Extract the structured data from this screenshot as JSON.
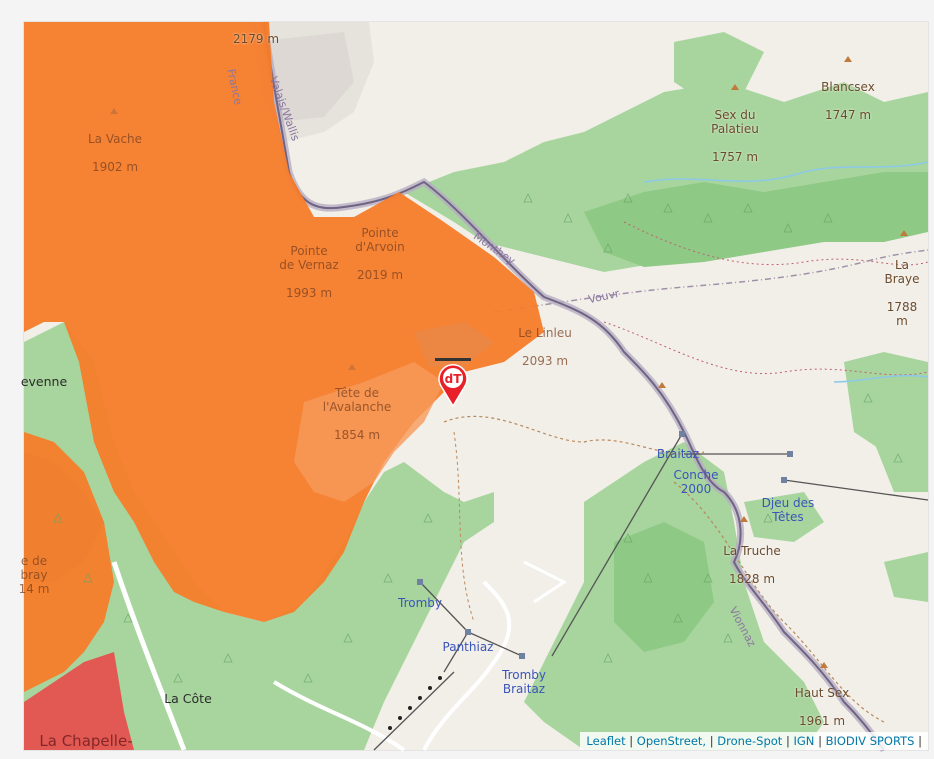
{
  "peaks": [
    {
      "id": "la-vache",
      "name": "La Vache",
      "elev": "1902 m",
      "inside": true
    },
    {
      "id": "pointe-de-vernaz",
      "name": "Pointe\nde Vernaz",
      "elev": "1993 m",
      "inside": true
    },
    {
      "id": "pointe-darvoin",
      "name": "Pointe\nd'Arvoin",
      "elev": "2019 m",
      "inside": true
    },
    {
      "id": "le-linleu",
      "name": "Le Linleu",
      "elev": "2093 m",
      "inside": true
    },
    {
      "id": "tete-de-lavalanche",
      "name": "Tête de\nl'Avalanche",
      "elev": "1854 m",
      "inside": true
    },
    {
      "id": "sex-du-palatieu",
      "name": "Sex du\nPalatieu",
      "elev": "1757 m",
      "inside": false
    },
    {
      "id": "blancsex",
      "name": "Blancsex",
      "elev": "1747 m",
      "inside": false
    },
    {
      "id": "la-braye",
      "name": "La Braye",
      "elev": "1788 m",
      "inside": false
    },
    {
      "id": "la-truche",
      "name": "La Truche",
      "elev": "1828 m",
      "inside": false
    },
    {
      "id": "haut-sex",
      "name": "Haut Sex",
      "elev": "1961 m",
      "inside": false
    },
    {
      "id": "top-peak",
      "name": "",
      "elev": "2179 m",
      "inside": false
    }
  ],
  "ski_labels": {
    "braitaz": "Braitaz",
    "conche": "Conche\n2000",
    "djeu": "Djeu des\nTêtes",
    "tromby": "Tromby",
    "panthiaz": "Panthiaz",
    "tromby_braitaz": "Tromby\nBraitaz"
  },
  "places": {
    "la_cote": "La Côte",
    "la_chapelle": "La Chapelle-",
    "evenne": "evenne",
    "left_partial": "e de\nbray\n14 m"
  },
  "border_labels": {
    "valais": "Valais/Wallis",
    "france": "France",
    "monthey": "Monthey",
    "vouvry": "Vouvr",
    "vionnaz": "Vionnaz"
  },
  "attribution": [
    {
      "text": "Leaflet",
      "link": true
    },
    {
      "text": "OpenStreet,",
      "link": true
    },
    {
      "text": "Drone-Spot",
      "link": true
    },
    {
      "text": "IGN",
      "link": true
    },
    {
      "text": "BIODIV SPORTS",
      "link": true
    }
  ],
  "colors": {
    "restricted_zone": "#f57c2a",
    "restricted_zone_inner": "#f79a5a",
    "forest": "#a8d59e",
    "forest_dark": "#8ec985",
    "background": "#f2efe9",
    "border_line": "#7d6b95",
    "urban_zone": "#e84a4a",
    "marker": "#e8202a",
    "ski_line": "#555555",
    "attribution_link": "#0078a8"
  },
  "marker": {
    "icon": "drone-spot-marker-icon",
    "text": "dT"
  }
}
